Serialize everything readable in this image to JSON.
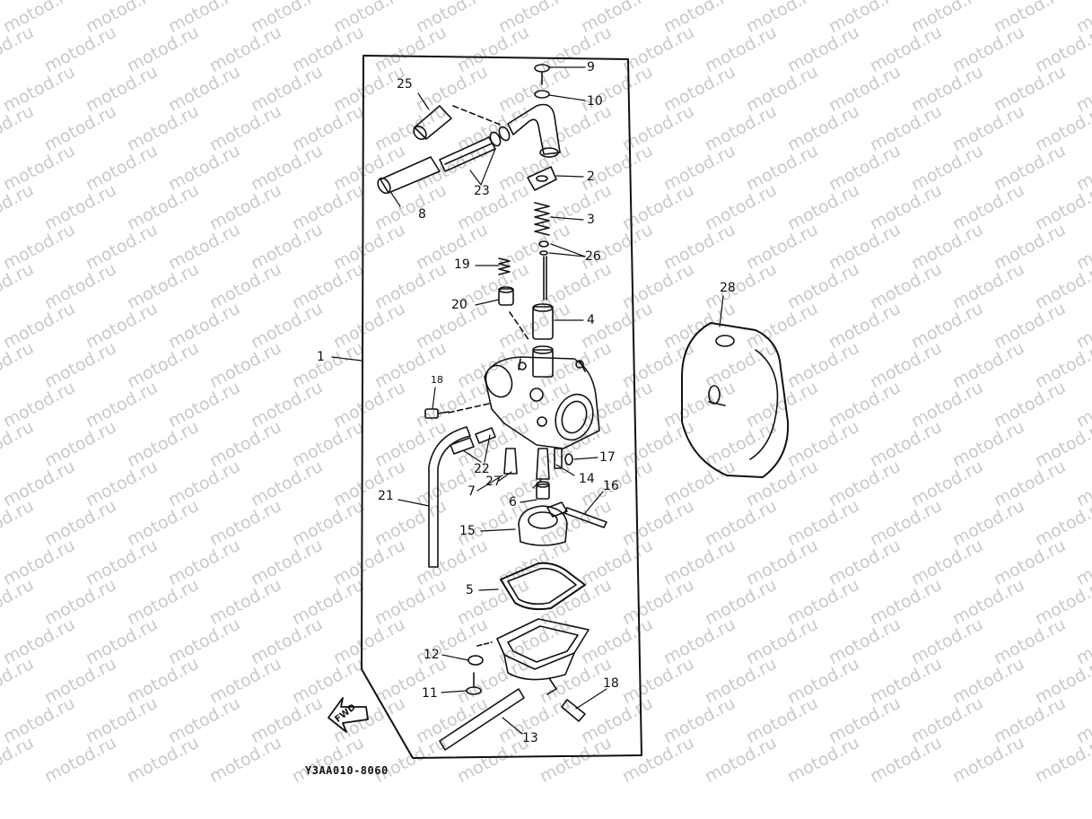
{
  "watermark_text": "motod.ru",
  "diagram_code": "Y3AA010-8060",
  "forward_arrow_label": "FWD",
  "callouts": [
    {
      "id": "c1",
      "text": "1"
    },
    {
      "id": "c2",
      "text": "2"
    },
    {
      "id": "c3",
      "text": "3"
    },
    {
      "id": "c4",
      "text": "4"
    },
    {
      "id": "c5",
      "text": "5"
    },
    {
      "id": "c6",
      "text": "6"
    },
    {
      "id": "c7",
      "text": "7"
    },
    {
      "id": "c8",
      "text": "8"
    },
    {
      "id": "c9",
      "text": "9"
    },
    {
      "id": "c10",
      "text": "10"
    },
    {
      "id": "c11",
      "text": "11"
    },
    {
      "id": "c12",
      "text": "12"
    },
    {
      "id": "c13",
      "text": "13"
    },
    {
      "id": "c14",
      "text": "14"
    },
    {
      "id": "c15",
      "text": "15"
    },
    {
      "id": "c16",
      "text": "16"
    },
    {
      "id": "c17",
      "text": "17"
    },
    {
      "id": "c18a",
      "text": "18"
    },
    {
      "id": "c18b",
      "text": "18"
    },
    {
      "id": "c19",
      "text": "19"
    },
    {
      "id": "c20",
      "text": "20"
    },
    {
      "id": "c21",
      "text": "21"
    },
    {
      "id": "c22",
      "text": "22"
    },
    {
      "id": "c23",
      "text": "23"
    },
    {
      "id": "c25",
      "text": "25"
    },
    {
      "id": "c26",
      "text": "26"
    },
    {
      "id": "c27",
      "text": "27"
    },
    {
      "id": "c28",
      "text": "28"
    }
  ]
}
